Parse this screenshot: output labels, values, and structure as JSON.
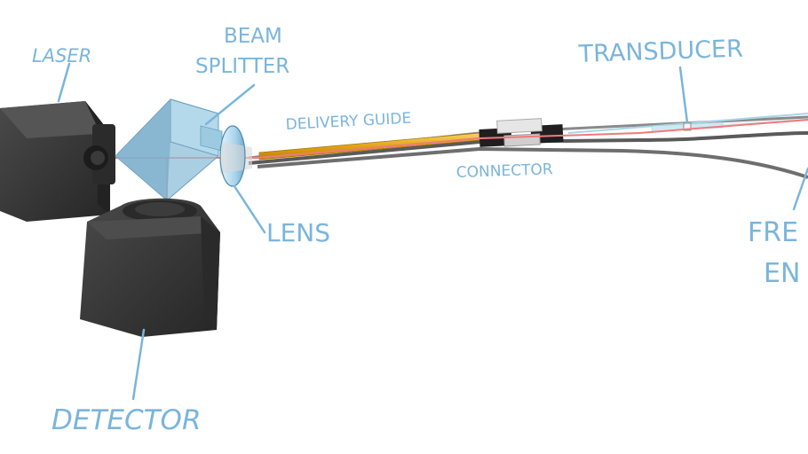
{
  "labels": {
    "laser": "LASER",
    "beam_line1": "BEAM",
    "beam_line2": "SPLITTER",
    "delivery_guide": "DELIVERY GUIDE",
    "transducer": "TRANSDUCER",
    "connector": "CONNECTOR",
    "lens": "LENS",
    "free_end_line1": "FRE",
    "free_end_line2": "EN",
    "detector": "DETECTOR"
  },
  "colors": {
    "label": "#7ab5dc",
    "laser_beam": "#f07a7a",
    "housing": "#3b3b3b",
    "splitter": "#8fbfd8",
    "lens": "#bfe0f2",
    "delivery_guide": "#e8b21a",
    "fiber": "#6e6e6e"
  }
}
